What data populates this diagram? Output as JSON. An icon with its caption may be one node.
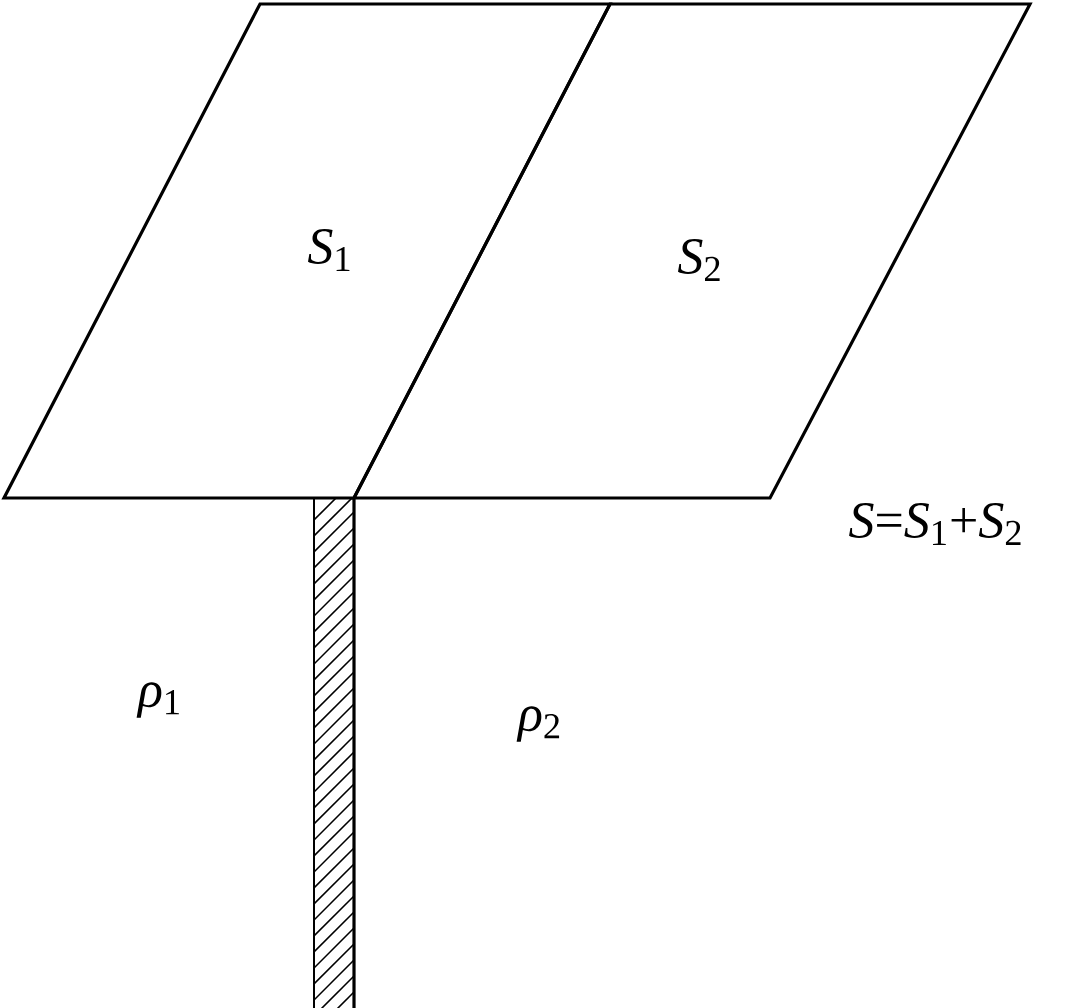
{
  "diagram": {
    "nodes": [
      {
        "text": [
          "*S*$_{1}$"
        ]
      },
      {
        "text": [
          "*S*$_{2}$"
        ]
      }
    ],
    "labels": [
      "*S*=*S*$_{1}$+*S*$_{2}$",
      "*ρ*$_{1}$",
      "*ρ*$_{2}$"
    ]
  }
}
